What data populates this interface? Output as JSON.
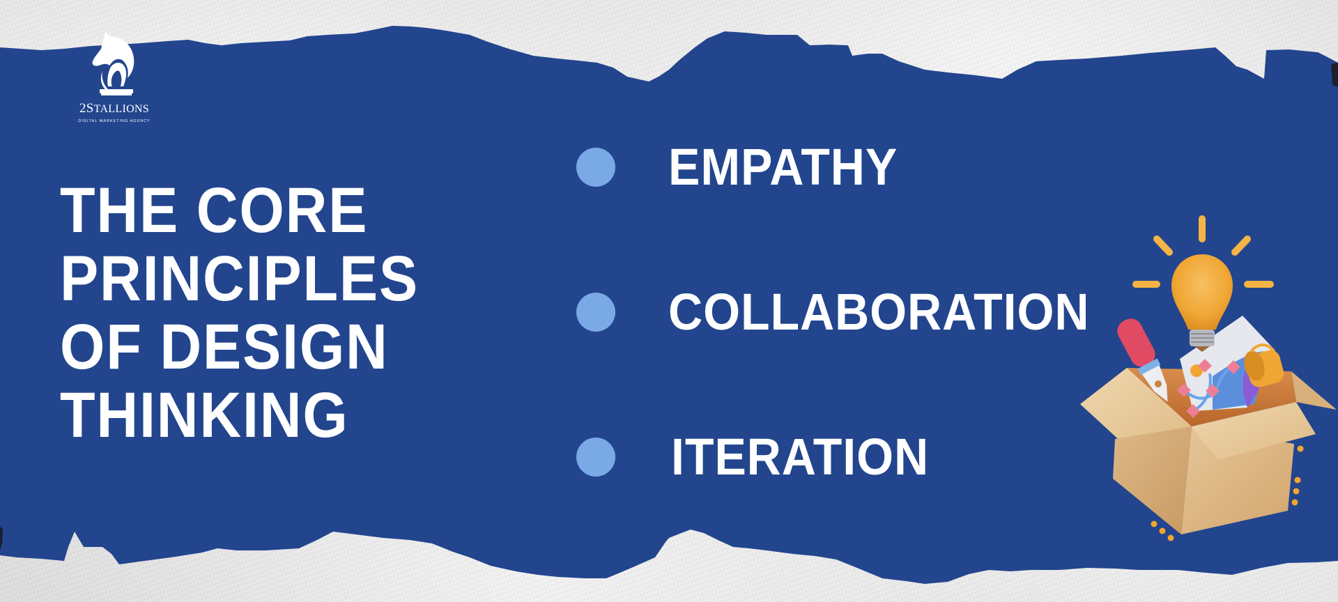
{
  "brand": {
    "logo_icon": "horse-chess-knight-icon",
    "name_prefix": "2S",
    "name_rest": "TALLIONS",
    "tagline": "DIGITAL MARKETING AGENCY"
  },
  "title": {
    "lines": [
      "THE CORE",
      "PRINCIPLES",
      "OF DESIGN",
      "THINKING"
    ]
  },
  "principles": {
    "items": [
      {
        "label": "EMPATHY",
        "bullet_icon": "circle-bullet-icon"
      },
      {
        "label": "COLLABORATION",
        "bullet_icon": "circle-bullet-icon"
      },
      {
        "label": "ITERATION",
        "bullet_icon": "circle-bullet-icon"
      }
    ]
  },
  "illustration": {
    "icon": "creative-toolbox-lightbulb-icon"
  },
  "colors": {
    "banner_blue": "#22458e",
    "bullet_blue": "#7aaae6",
    "text": "#ffffff",
    "paper": "#e9e9e9",
    "bulb_orange": "#f2a93a",
    "box_tan": "#d9b483"
  }
}
